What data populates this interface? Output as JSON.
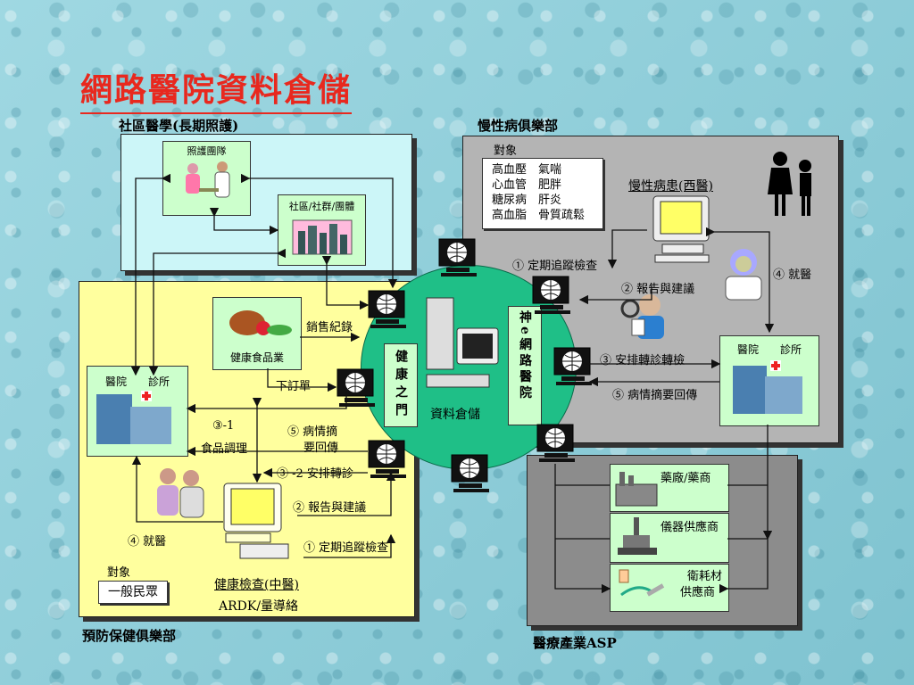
{
  "title": "網路醫院資料倉儲",
  "sections": {
    "community": "社區醫學(長期照護)",
    "chronic": "慢性病俱樂部",
    "prevention": "預防保健俱樂部",
    "industry": "醫療產業ASP"
  },
  "community": {
    "care_team": "照護團隊",
    "community_org": "社區/社群/團體"
  },
  "chronic": {
    "target_label": "對象",
    "diseases": [
      "高血壓　氣喘",
      "心血管　肥胖",
      "糖尿病　肝炎",
      "高血脂　骨質疏鬆"
    ],
    "patient": "慢性病患(西醫)",
    "flow1": "① 定期追蹤檢查",
    "flow2": "② 報告與建議",
    "flow3": "③ 安排轉診轉檢",
    "flow4": "④ 就醫",
    "flow5": "⑤ 病情摘要回傳",
    "hospital": "醫院　　診所"
  },
  "center": {
    "left_vertical": "健康之門",
    "right_vertical": "神e網路醫院",
    "warehouse": "資料倉儲"
  },
  "prevention": {
    "health_food": "健康食品業",
    "sales_record": "銷售紀錄",
    "order": "下訂單",
    "hospital": "醫院　　診所",
    "step3_1": "③-1",
    "food_prep": "食品調理",
    "step5": "⑤ 病情摘",
    "step5b": "要回傳",
    "step3_2": "③ -2 安排轉診",
    "step2": "② 報告與建議",
    "step4": "④ 就醫",
    "step1": "① 定期追蹤檢查",
    "target_label": "對象",
    "target": "一般民眾",
    "checkup": "健康檢查(中醫)",
    "ardk": "ARDK/量導絡"
  },
  "industry": {
    "pharma": "藥廠/藥商",
    "instrument": "儀器供應商",
    "consumables": "衛耗材",
    "consumables2": "供應商"
  },
  "colors": {
    "title": "#e8281e",
    "community_bg": "#ccf6f8",
    "chronic_bg": "#b4b4b4",
    "prevention_bg": "#ffff9e",
    "industry_bg": "#8c8c8c",
    "circle": "#1fbf87",
    "box": "#ccffcc"
  }
}
